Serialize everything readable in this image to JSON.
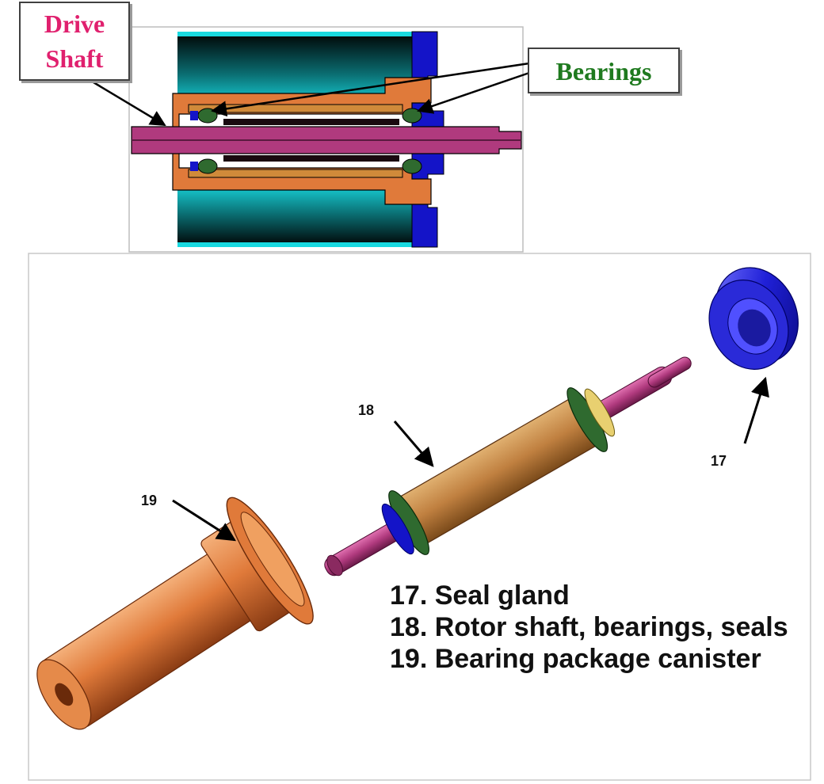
{
  "colors": {
    "housing_cyan": "#19d9e0",
    "end_cap_blue": "#1414c8",
    "canister_orange": "#e07a3a",
    "shaft_magenta": "#b03a7e",
    "seal_green": "#2f6a2f",
    "drive_label": "#e0206e",
    "bearings_label": "#1f7a1f"
  },
  "section_view": {
    "drive_shaft_label": [
      "Drive",
      "Shaft"
    ],
    "bearings_label": "Bearings"
  },
  "exploded_view": {
    "callouts": [
      {
        "number": "17"
      },
      {
        "number": "18"
      },
      {
        "number": "19"
      }
    ],
    "legend": [
      "17. Seal gland",
      "18. Rotor shaft, bearings, seals",
      "19. Bearing package canister"
    ]
  }
}
